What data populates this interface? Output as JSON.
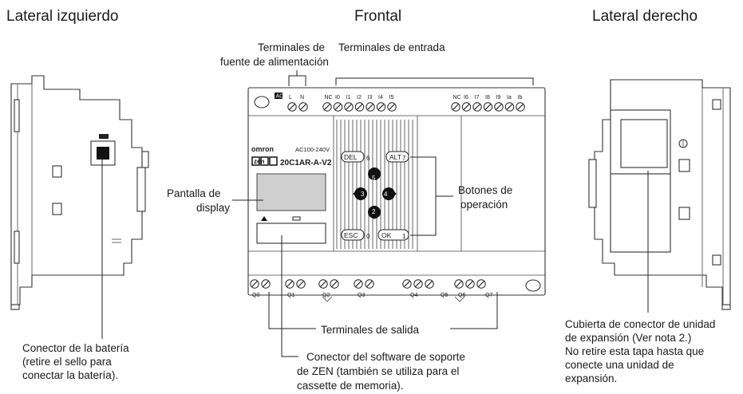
{
  "headers": {
    "left": "Lateral izquierdo",
    "front": "Frontal",
    "right": "Lateral derecho"
  },
  "labels": {
    "power_terminals": [
      "Terminales de",
      "fuente de alimentación"
    ],
    "input_terminals": "Terminales de entrada",
    "display": [
      "Pantalla de",
      "display"
    ],
    "op_buttons": [
      "Botones de",
      "operación"
    ],
    "output_terminals": "Terminales de salida",
    "battery": [
      "Conector de la batería",
      "(retire el sello para",
      "conectar la batería)."
    ],
    "software": [
      "Conector del software de soporte",
      "de ZEN (también se utiliza para el",
      "cassette de memoria)."
    ],
    "expansion": [
      "Cubierta de conector de unidad",
      "de expansión (Ver nota 2.)",
      "No retire esta tapa hasta que",
      "conecte una unidad de",
      "expansión."
    ]
  },
  "device": {
    "brand": "omron",
    "voltage": "AC100-240V",
    "zen_logo": "zen",
    "model": "20C1AR-A-V2",
    "ac_badge": "AC",
    "power_pins": [
      "L",
      "N"
    ],
    "input_pins_a": [
      "NC",
      "I0",
      "I1",
      "I2",
      "I3",
      "I4",
      "I5"
    ],
    "input_pins_b": [
      "NC",
      "I6",
      "I7",
      "I8",
      "I9",
      "Ia",
      "Ib"
    ],
    "output_pins": [
      "Q0",
      "Q1",
      "Q2",
      "Q3",
      "Q4",
      "Q5",
      "Q6",
      "Q7"
    ],
    "buttons": {
      "del": "DEL",
      "del_num": "6",
      "alt": "ALT",
      "alt_num": "7",
      "esc": "ESC",
      "esc_num": "0",
      "ok": "OK",
      "ok_num": "1",
      "up": "5",
      "left": "3",
      "right": "4",
      "down": "2"
    }
  }
}
